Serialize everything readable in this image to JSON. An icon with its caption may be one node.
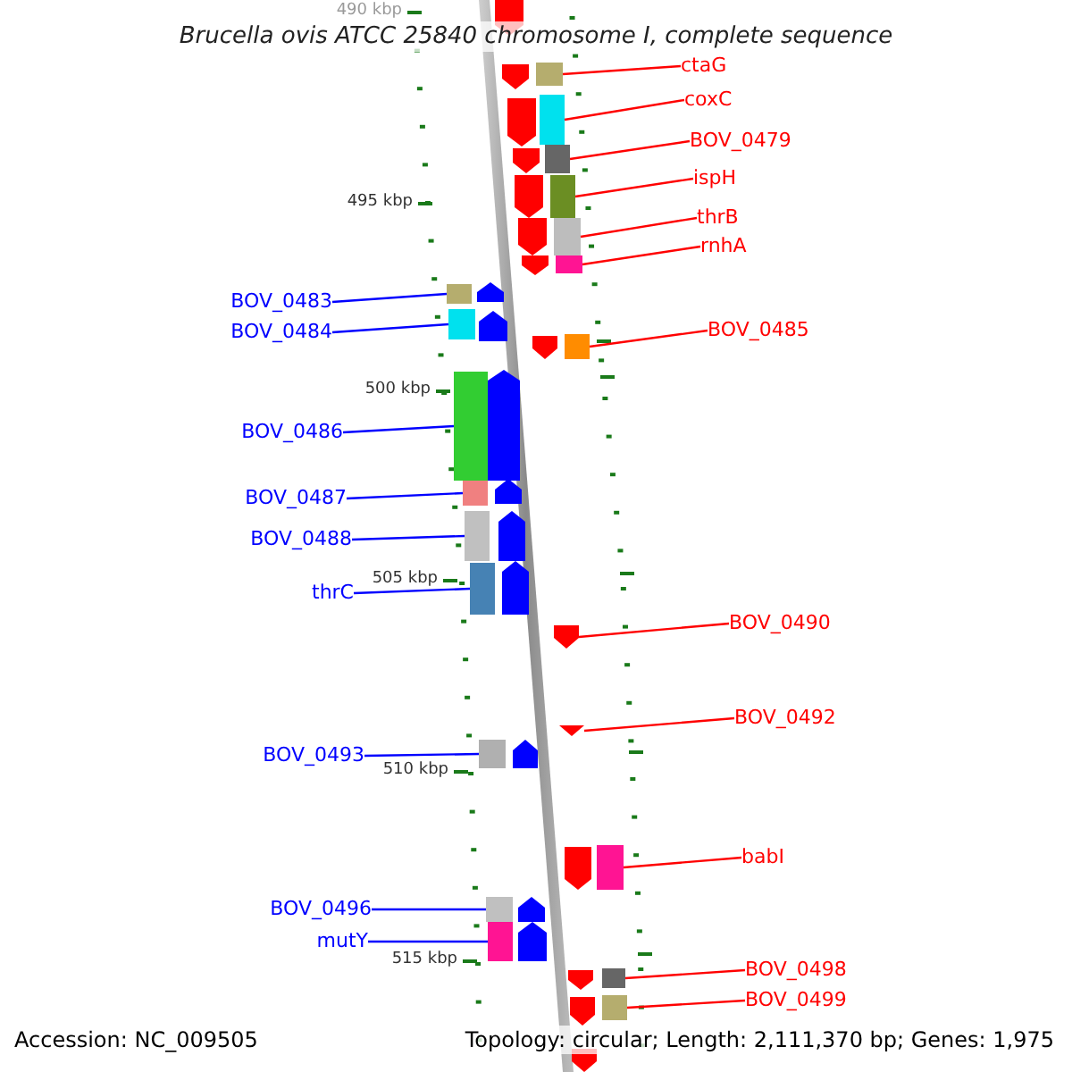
{
  "diagram": {
    "title": "Brucella ovis ATCC 25840 chromosome I, complete sequence",
    "nodes": [
      {
        "text": [
          "ctaG"
        ]
      },
      {
        "text": [],
        "shape": "box"
      },
      {
        "text": [
          "coxC"
        ]
      },
      {
        "text": [],
        "shape": "box"
      },
      {
        "text": [
          "BOV_0479"
        ]
      },
      {
        "text": [],
        "shape": "box"
      },
      {
        "text": [
          "ispH"
        ]
      },
      {
        "text": [],
        "shape": "box"
      },
      {
        "text": [
          "thrB"
        ]
      },
      {
        "text": [],
        "shape": "box"
      },
      {
        "text": [
          "rnhA"
        ]
      },
      {
        "text": [],
        "shape": "box"
      },
      {
        "text": [
          "BOV_0483"
        ]
      },
      {
        "text": [],
        "shape": "box"
      },
      {
        "text": [
          "BOV_0484"
        ]
      },
      {
        "text": [],
        "shape": "box"
      },
      {
        "text": [
          "BOV_0485"
        ]
      },
      {
        "text": [],
        "shape": "box"
      },
      {
        "text": [
          "BOV_0486"
        ]
      },
      {
        "text": [],
        "shape": "box"
      },
      {
        "text": [
          "BOV_0487"
        ]
      },
      {
        "text": [],
        "shape": "box"
      },
      {
        "text": [
          "BOV_0488"
        ]
      },
      {
        "text": [],
        "shape": "box"
      },
      {
        "text": [
          "thrC"
        ]
      },
      {
        "text": [],
        "shape": "box"
      },
      {
        "text": [
          "BOV_0490"
        ]
      },
      {
        "text": [],
        "shape": "arrow"
      },
      {
        "text": [
          "BOV_0492"
        ]
      },
      {
        "text": [],
        "shape": "triangle"
      },
      {
        "text": [
          "BOV_0493"
        ]
      },
      {
        "text": [],
        "shape": "box"
      },
      {
        "text": [
          "babI"
        ]
      },
      {
        "text": [],
        "shape": "box"
      },
      {
        "text": [
          "BOV_0496"
        ]
      },
      {
        "text": [],
        "shape": "box"
      },
      {
        "text": [
          "mutY"
        ]
      },
      {
        "text": [],
        "shape": "box"
      },
      {
        "text": [
          "BOV_0498"
        ]
      },
      {
        "text": [],
        "shape": "box"
      },
      {
        "text": [
          "BOV_0499"
        ]
      },
      {
        "text": [],
        "shape": "box"
      }
    ],
    "edges": [
      {
        "from": 0,
        "to": 1,
        "arrow": "none"
      },
      {
        "from": 2,
        "to": 3,
        "arrow": "none"
      },
      {
        "from": 4,
        "to": 5,
        "arrow": "none"
      },
      {
        "from": 6,
        "to": 7,
        "arrow": "none"
      },
      {
        "from": 8,
        "to": 9,
        "arrow": "none"
      },
      {
        "from": 10,
        "to": 11,
        "arrow": "none"
      },
      {
        "from": 12,
        "to": 13,
        "arrow": "none",
        "color": "#0000ff"
      },
      {
        "from": 14,
        "to": 15,
        "arrow": "none",
        "color": "#0000ff"
      },
      {
        "from": 16,
        "to": 17,
        "arrow": "none"
      },
      {
        "from": 18,
        "to": 19,
        "arrow": "none",
        "color": "#0000ff"
      },
      {
        "from": 20,
        "to": 21,
        "arrow": "none",
        "color": "#0000ff"
      },
      {
        "from": 22,
        "to": 23,
        "arrow": "none",
        "color": "#0000ff"
      },
      {
        "from": 24,
        "to": 25,
        "arrow": "none",
        "color": "#0000ff"
      },
      {
        "from": 26,
        "to": 27,
        "arrow": "none"
      },
      {
        "from": 28,
        "to": 29,
        "arrow": "none"
      },
      {
        "from": 30,
        "to": 31,
        "arrow": "none",
        "color": "#0000ff"
      },
      {
        "from": 32,
        "to": 33,
        "arrow": "none"
      },
      {
        "from": 34,
        "to": 35,
        "arrow": "none",
        "color": "#0000ff"
      },
      {
        "from": 36,
        "to": 37,
        "arrow": "none",
        "color": "#0000ff"
      },
      {
        "from": 38,
        "to": 39,
        "arrow": "none"
      },
      {
        "from": 40,
        "to": 41,
        "arrow": "none"
      }
    ],
    "labels": [
      "490 kbp",
      "495 kbp",
      "500 kbp",
      "505 kbp",
      "510 kbp",
      "515 kbp",
      "Accession: NC_009505",
      "Topology: circular; Length: 2,111,370 bp; Genes: 1,975"
    ]
  }
}
